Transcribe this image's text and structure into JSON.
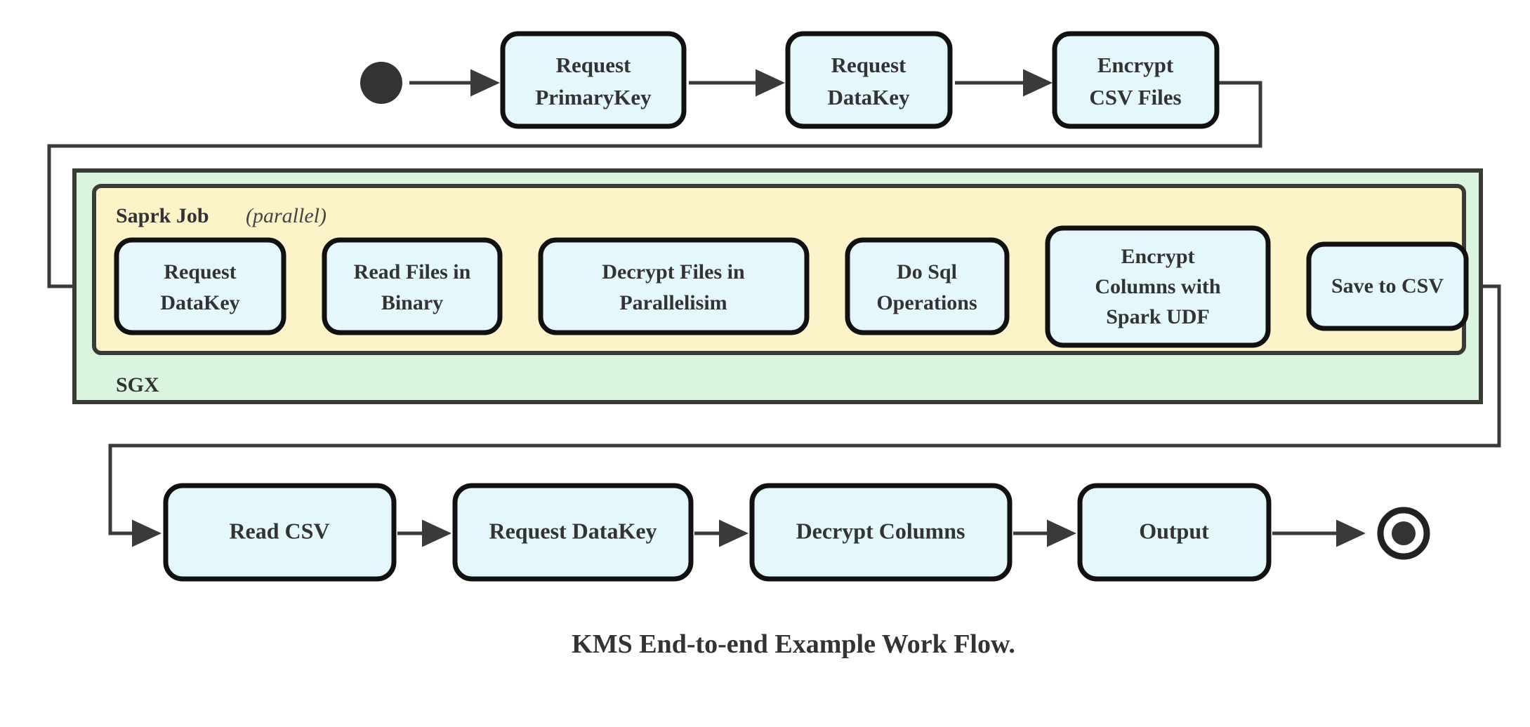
{
  "diagram": {
    "title": "KMS End-to-end Example Work Flow.",
    "colors": {
      "node_fill": "#e4f8fb",
      "node_stroke": "#111111",
      "spark_fill": "#fcf4c8",
      "sgx_fill": "#d9f5df",
      "container_stroke": "#3a3a36",
      "edge": "#3a3a3a",
      "text": "#333333",
      "background": "#ffffff"
    },
    "groups": [
      {
        "name": "sgx",
        "label": "SGX",
        "fill": "#d9f5df"
      },
      {
        "name": "spark-job",
        "label": "Saprk Job",
        "label_suffix": "(parallel)",
        "fill": "#fcf4c8"
      }
    ],
    "markers": {
      "start_label": "start-node",
      "end_label": "end-node"
    },
    "rows": {
      "top": [
        {
          "id": "request-primarykey",
          "lines": [
            "Request",
            "PrimaryKey"
          ]
        },
        {
          "id": "request-datakey-top",
          "lines": [
            "Request",
            "DataKey"
          ]
        },
        {
          "id": "encrypt-csv-files",
          "lines": [
            "Encrypt",
            "CSV Files"
          ]
        }
      ],
      "middle": [
        {
          "id": "request-datakey-spark",
          "lines": [
            "Request",
            "DataKey"
          ]
        },
        {
          "id": "read-files-in-binary",
          "lines": [
            "Read Files in",
            "Binary"
          ]
        },
        {
          "id": "decrypt-files-in-parallelisim",
          "lines": [
            "Decrypt Files in",
            "Parallelisim"
          ]
        },
        {
          "id": "do-sql-operations",
          "lines": [
            "Do Sql",
            "Operations"
          ]
        },
        {
          "id": "encrypt-columns-with-spark-udf",
          "lines": [
            "Encrypt",
            "Columns with",
            "Spark UDF"
          ]
        },
        {
          "id": "save-to-csv",
          "lines": [
            "Save to CSV"
          ]
        }
      ],
      "bottom": [
        {
          "id": "read-csv",
          "lines": [
            "Read CSV"
          ]
        },
        {
          "id": "request-datakey-bottom",
          "lines": [
            "Request DataKey"
          ]
        },
        {
          "id": "decrypt-columns",
          "lines": [
            "Decrypt Columns"
          ]
        },
        {
          "id": "output",
          "lines": [
            "Output"
          ]
        }
      ]
    }
  }
}
